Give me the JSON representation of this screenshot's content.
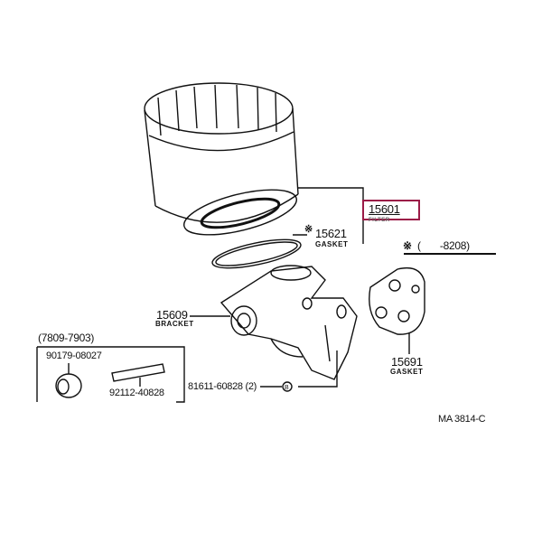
{
  "highlight_color": "#9b1b47",
  "parts": {
    "filter": {
      "number": "15601",
      "name": "FILTER"
    },
    "gasket_filter": {
      "mark": "※",
      "number": "15621",
      "name": "GASKET"
    },
    "bracket": {
      "number": "15609",
      "name": "BRACKET"
    },
    "gasket_bracket": {
      "number": "15691",
      "name": "GASKET"
    },
    "bolt": {
      "text": "81611-60828 (2)"
    },
    "bolt_symbol": "B",
    "union": {
      "number": "90179-08027"
    },
    "stud": {
      "number": "92112-40828"
    }
  },
  "notes": {
    "date_range_box": "(7809-7903)",
    "applicability_mark": "※",
    "applicability": "(       -8208)"
  },
  "figure_code": "MA 3814-C"
}
